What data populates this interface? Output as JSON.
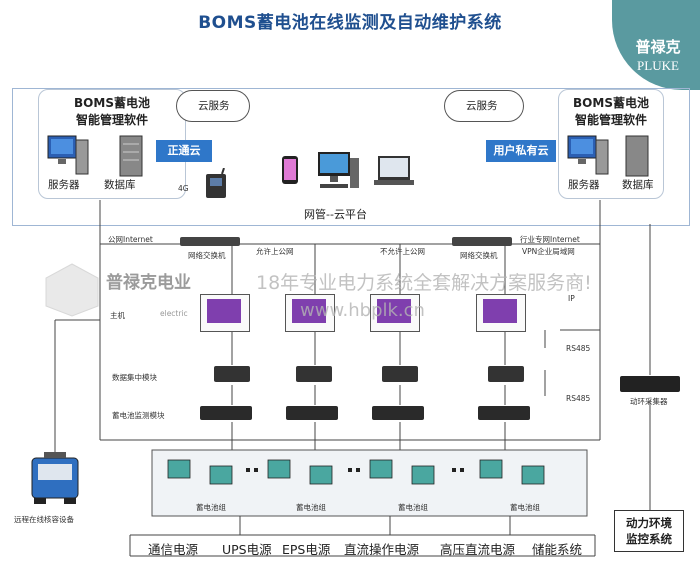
{
  "title": "BOMS蓄电池在线监测及自动维护系统",
  "logo": {
    "cn": "普禄克",
    "en": "PLUKE"
  },
  "top_left": {
    "software_title_1": "BOMS蓄电池",
    "software_title_2": "智能管理软件",
    "server_label": "服务器",
    "database_label": "数据库",
    "cloud_label": "云服务",
    "tag": "正通云",
    "signal_label": "4G"
  },
  "top_right": {
    "software_title_1": "BOMS蓄电池",
    "software_title_2": "智能管理软件",
    "server_label": "服务器",
    "database_label": "数据库",
    "cloud_label": "云服务",
    "tag": "用户私有云"
  },
  "platform_label": "网管--云平台",
  "network": {
    "left_internet": "公网Internet",
    "left_switch": "网络交换机",
    "allow_public": "允许上公网",
    "deny_public": "不允许上公网",
    "right_switch": "网络交换机",
    "industry_internet": "行业专网Internet",
    "vpn": "VPN企业局域网"
  },
  "watermark": {
    "company": "普禄克电业",
    "company_en": "electric",
    "slogan": "18年专业电力系统全套解决方案服务商!",
    "url": "www.hbplk.cn"
  },
  "row_labels": {
    "host": "主机",
    "concentrator": "数据集中模块",
    "monitor": "蓄电池监测模块"
  },
  "side_labels": {
    "ip": "IP",
    "rs485_a": "RS485",
    "rs485_b": "RS485"
  },
  "dynamic_collector": "动环采集器",
  "remote_device": "远程在线核容设备",
  "battery_group_label": "蓄电池组",
  "env_monitor": {
    "line1": "动力环境",
    "line2": "监控系统"
  },
  "bottom_items": [
    "通信电源",
    "UPS电源",
    "EPS电源",
    "直流操作电源",
    "高压直流电源",
    "储能系统"
  ],
  "colors": {
    "title": "#1f4f8f",
    "tag_blue": "#2f77c9",
    "screen": "#7f3fae",
    "logo": "#5a9aa0"
  }
}
